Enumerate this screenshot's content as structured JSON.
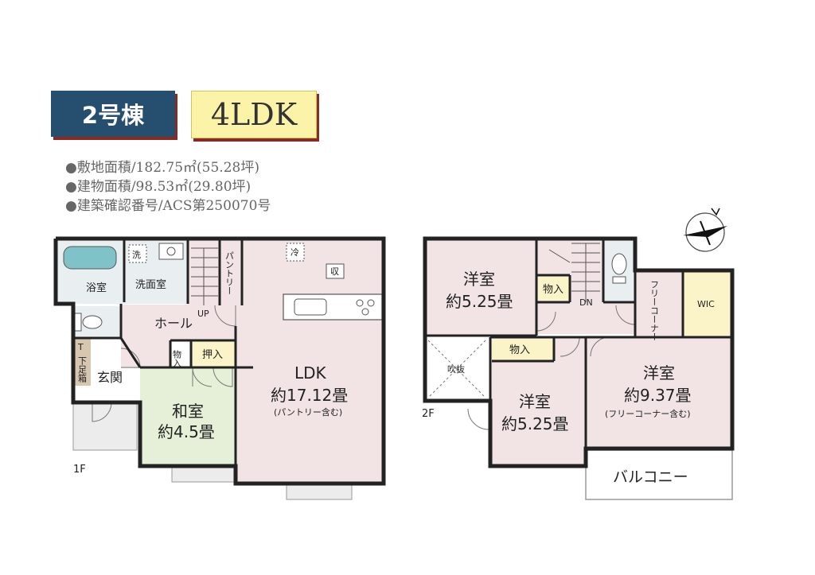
{
  "header": {
    "building": "2号棟",
    "layout_type": "4LDK"
  },
  "specs": [
    "●敷地面積/182.75㎡(55.28坪)",
    "●建物面積/98.53㎡(29.80坪)",
    "●建築確認番号/ACS第250070号"
  ],
  "floor1": {
    "label": "1F",
    "rooms": {
      "bath": "浴室",
      "washroom": "洗面室",
      "wash_mark": "洗",
      "hall": "ホール",
      "up": "UP",
      "pantry": "パントリー",
      "fridge": "冷",
      "storage": "収",
      "entrance": "玄関",
      "shoebox_t": "T",
      "shoebox": "下足箱",
      "closet_small": "物入",
      "oshiire": "押入",
      "washitsu_name": "和室",
      "washitsu_size": "約4.5畳",
      "ldk_name": "LDK",
      "ldk_size": "約17.12畳",
      "ldk_note": "(パントリー含む)"
    }
  },
  "floor2": {
    "label": "2F",
    "rooms": {
      "room1_name": "洋室",
      "room1_size": "約5.25畳",
      "closet1": "物入",
      "dn": "DN",
      "free_corner": "フリーコーナー",
      "wic": "WIC",
      "fukinuke": "吹抜",
      "closet2": "物入",
      "room2_name": "洋室",
      "room2_size": "約5.25畳",
      "room3_name": "洋室",
      "room3_size": "約9.37畳",
      "room3_note": "(フリーコーナー含む)",
      "balcony": "バルコニー"
    }
  },
  "icons": {
    "compass": "compass-north-icon"
  },
  "colors": {
    "room_pink": "#f2e4e4",
    "tatami_green": "#e6f0d8",
    "wet_area": "#e9eef0",
    "wic_yellow": "#fbf4c8",
    "badge_blue": "#264e6f",
    "badge_yellow": "#fbf4a8"
  }
}
